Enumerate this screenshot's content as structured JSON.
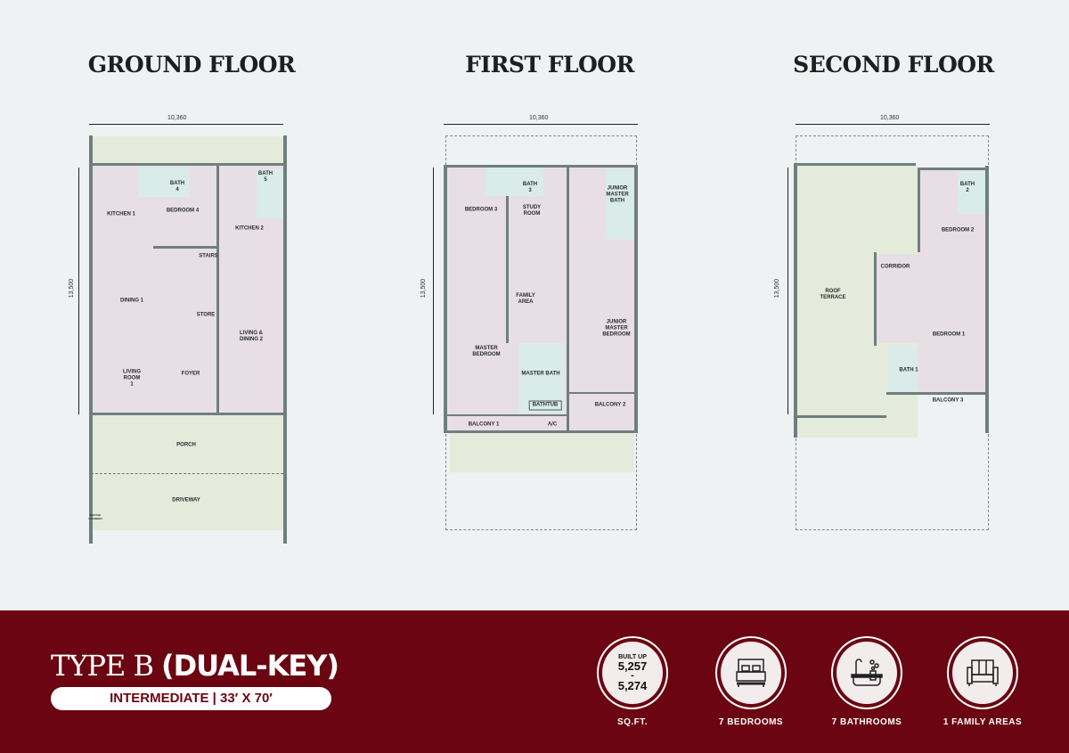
{
  "floors": {
    "ground": {
      "title": "GROUND FLOOR",
      "width_dim": "10,360",
      "depth_dim": "13,500",
      "rooms": {
        "kitchen1": "KITCHEN 1",
        "bedroom4": "BEDROOM 4",
        "bath4": "BATH\n4",
        "bath5": "BATH\n5",
        "kitchen2": "KITCHEN 2",
        "stairs": "STAIRS",
        "dining1": "DINING 1",
        "store": "STORE",
        "living_dining2": "LIVING &\nDINING 2",
        "living_room1": "LIVING\nROOM\n1",
        "foyer": "FOYER",
        "porch": "PORCH",
        "driveway": "DRIVEWAY",
        "refuse": "REFUSE\nCHAMBER"
      }
    },
    "first": {
      "title": "FIRST FLOOR",
      "width_dim": "10,360",
      "depth_dim": "13,500",
      "rooms": {
        "bedroom3": "BEDROOM 3",
        "bath3": "BATH\n3",
        "study": "STUDY\nROOM",
        "jm_bath": "JUNIOR\nMASTER\nBATH",
        "family": "FAMILY\nAREA",
        "jm_bedroom": "JUNIOR\nMASTER\nBEDROOM",
        "master_bedroom": "MASTER\nBEDROOM",
        "master_bath": "MASTER BATH",
        "bathtub": "BATHTUB",
        "balcony2": "BALCONY 2",
        "balcony1": "BALCONY 1",
        "ac": "A/C"
      }
    },
    "second": {
      "title": "SECOND FLOOR",
      "width_dim": "10,360",
      "depth_dim": "13,500",
      "rooms": {
        "roof": "ROOF\nTERRACE",
        "corridor": "CORRIDOR",
        "bath2": "BATH\n2",
        "bedroom2": "BEDROOM  2",
        "bedroom1": "BEDROOM  1",
        "bath1": "BATH 1",
        "balcony3": "BALCONY 3"
      }
    }
  },
  "footer": {
    "type_a": "TYPE B",
    "type_b": "(DUAL-KEY)",
    "variant": "INTERMEDIATE  |  33′ X 70′",
    "built_up_label": "BUILT UP",
    "built_up_min": "5,257",
    "built_up_sep": "-",
    "built_up_max": "5,274",
    "built_up_unit": "SQ.FT.",
    "bedrooms": "7 BEDROOMS",
    "bathrooms": "7 BATHROOMS",
    "family": "1 FAMILY AREAS"
  },
  "colors": {
    "band": "#6b0511",
    "room": "#e8dfe5",
    "wet": "#d9ecea",
    "outdoor": "#e4ebdb"
  }
}
